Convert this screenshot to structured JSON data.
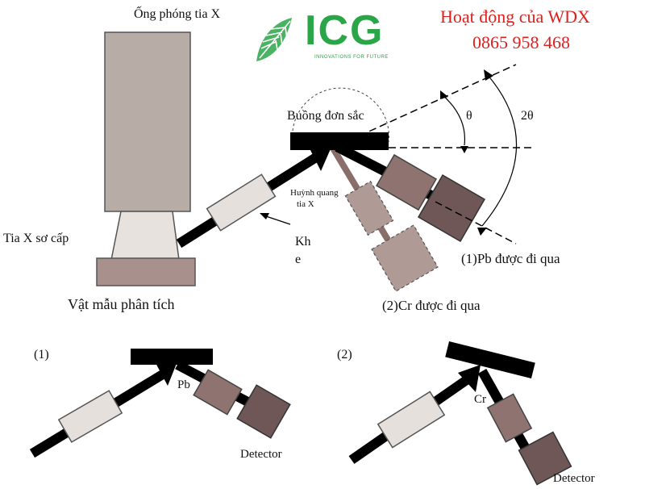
{
  "header": {
    "logo_text": "ICG",
    "logo_tagline": "INNOVATIONS FOR FUTURE",
    "title_red": "Hoạt động của WDX",
    "phone_red": "0865 958 468"
  },
  "top_diagram": {
    "xray_tube": "Ống phóng tia X",
    "primary_xray": "Tia X sơ cấp",
    "sample": "Vật mẫu phân tích",
    "monochromator": "Buồng đơn sắc",
    "fluorescence_line1": "Huỳnh quang",
    "fluorescence_line2": "tia X",
    "slit_line1": "Kh",
    "slit_line2": "e",
    "theta": "θ",
    "two_theta": "2θ",
    "pb_path": "(1)Pb được đi qua",
    "cr_path": "(2)Cr được đi qua"
  },
  "bottom_left": {
    "index": "(1)",
    "element": "Pb",
    "detector": "Detector"
  },
  "bottom_right": {
    "index": "(2)",
    "element": "Cr",
    "detector": "Detector"
  },
  "colors": {
    "tube": "#b8aca6",
    "sample": "#a8908c",
    "collimator": "#e6e0dc",
    "crystal_arm": "#8e7370",
    "detector": "#6e5756",
    "ghost": "#b09a96",
    "beam": "#000000",
    "logo_green": "#2aa548",
    "accent_red": "#e0201e"
  }
}
